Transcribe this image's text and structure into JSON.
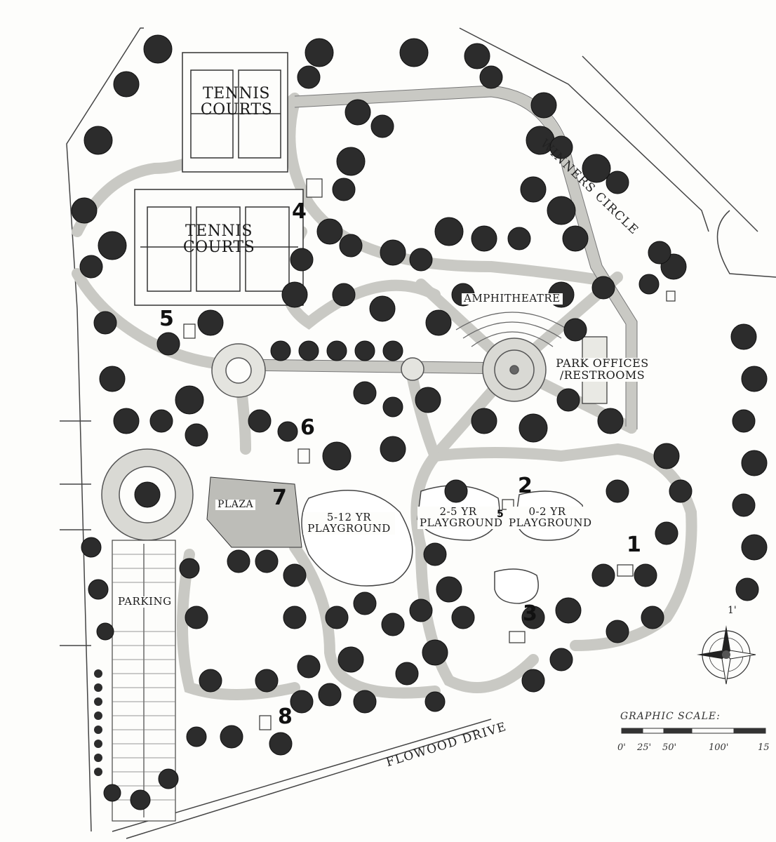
{
  "labels": {
    "tennis_courts_top": "TENNIS COURTS",
    "tennis_courts_bottom": "TENNIS COURTS",
    "amphitheatre": "AMPHITHEATRE",
    "park_offices": "PARK OFFICES /RESTROOMS",
    "plaza": "PLAZA",
    "playground_5_12": "5-12 YR PLAYGROUND",
    "playground_2_5": "2-5 YR PLAYGROUND",
    "playground_0_2": "0-2 YR PLAYGROUND",
    "parking": "PARKING"
  },
  "roads": {
    "winners_circle": "WINNERS CIRCLE",
    "flowood_drive": "FLOWOOD DRIVE"
  },
  "markers": [
    "1",
    "2",
    "3",
    "4",
    "5",
    "6",
    "7",
    "8",
    "5"
  ],
  "scale": {
    "title": "GRAPHIC SCALE:",
    "ticks": [
      "0'",
      "25'",
      "50'",
      "100'",
      "15"
    ]
  },
  "north": "1'",
  "colors": {
    "path": "#c9c9c4",
    "tree": "#2c2c2c",
    "ink": "#222222",
    "paper": "#fdfdfb"
  },
  "icons": [
    "compass-rose-icon"
  ]
}
